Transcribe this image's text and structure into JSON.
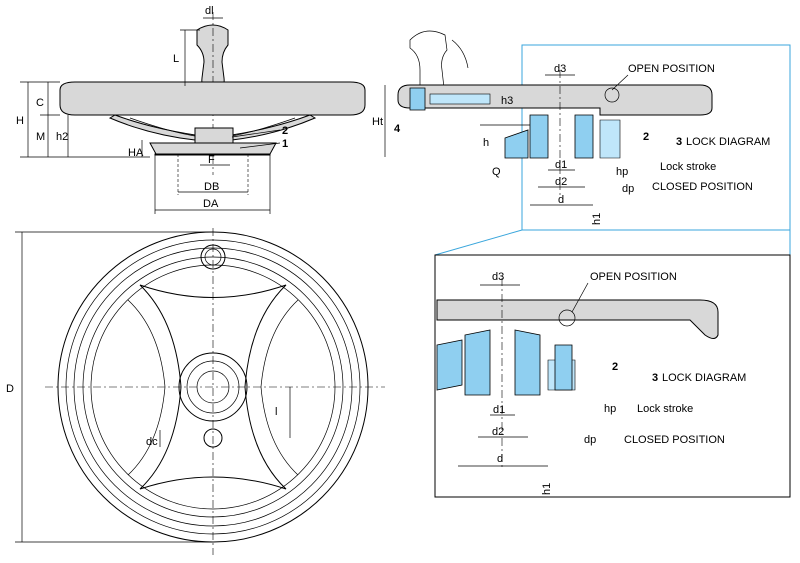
{
  "colors": {
    "accent": "#3aa6dc",
    "part_blue": "#8fcff0",
    "part_grey": "#d8d8d8"
  },
  "side_view": {
    "dl": "dl",
    "L": "L",
    "C": "C",
    "H": "H",
    "M": "M",
    "h2": "h2",
    "HA": "HA",
    "F": "F",
    "DB": "DB",
    "DA": "DA",
    "callout_2": "2",
    "callout_1": "1"
  },
  "section_view": {
    "d3": "d3",
    "h3": "h3",
    "Ht": "Ht",
    "h": "h",
    "Q": "Q",
    "d1": "d1",
    "d2": "d2",
    "d": "d",
    "h1": "h1",
    "hp": "hp",
    "dp": "dp",
    "callout_4": "4",
    "callout_2": "2",
    "callout_3": "3",
    "open_position": "OPEN POSITION",
    "lock_diagram": "LOCK DIAGRAM",
    "lock_stroke": "Lock stroke",
    "closed_position": "CLOSED POSITION"
  },
  "front_view": {
    "D": "D",
    "dc": "dc",
    "l": "l"
  },
  "detail_view": {
    "d3": "d3",
    "open_position": "OPEN POSITION",
    "callout_2": "2",
    "callout_3": "3",
    "lock_diagram": "LOCK DIAGRAM",
    "d1": "d1",
    "hp": "hp",
    "lock_stroke": "Lock stroke",
    "d2": "d2",
    "dp": "dp",
    "closed_position": "CLOSED POSITION",
    "d": "d",
    "h1": "h1"
  }
}
